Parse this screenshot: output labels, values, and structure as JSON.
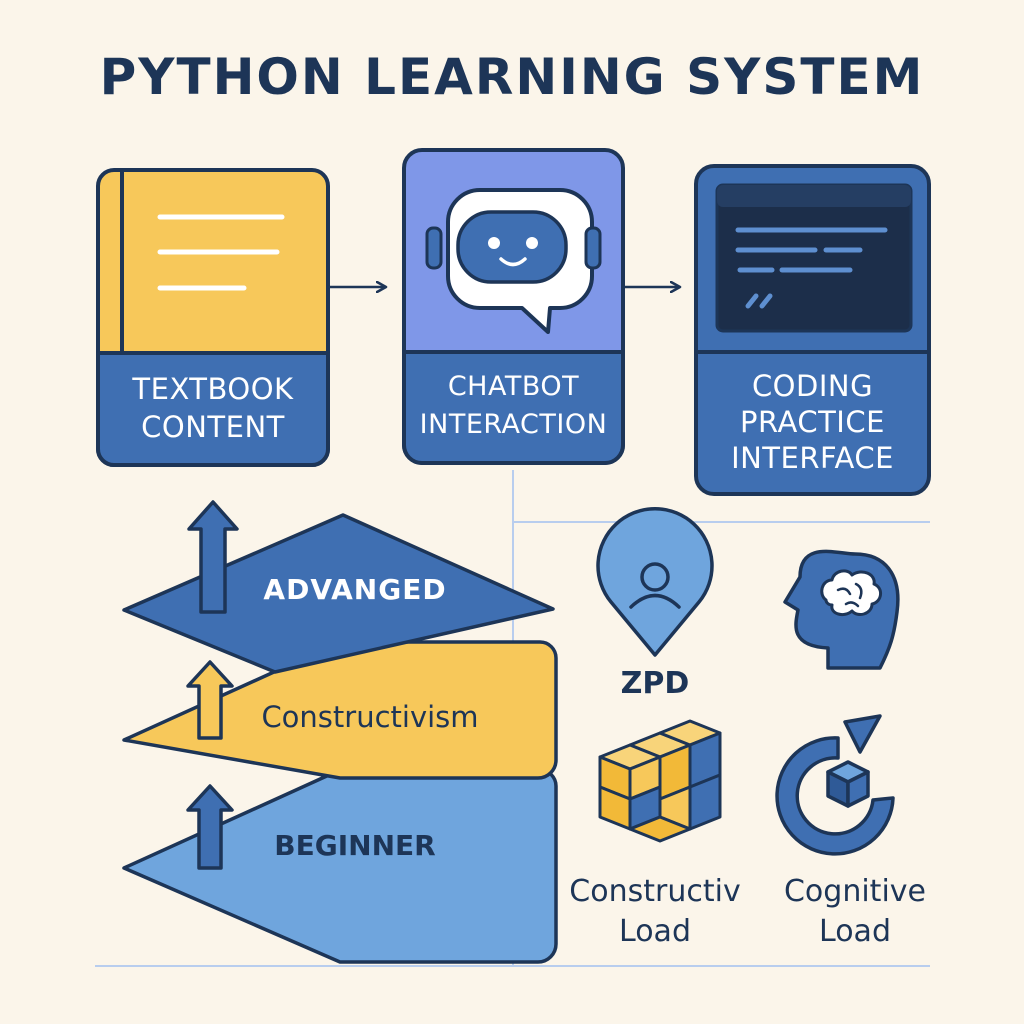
{
  "title": "PYTHON LEARNING SYSTEM",
  "colors": {
    "background": "#fbf5ea",
    "navy": "#1d3557",
    "blue": "#3f6fb2",
    "blue_dark": "#2f5a97",
    "light_blue": "#6fa5dd",
    "purple": "#7f97e8",
    "yellow": "#f7c85a",
    "white": "#ffffff"
  },
  "cards": {
    "textbook": {
      "label_line1": "TEXTBOOK",
      "label_line2": "CONTENT",
      "icon": "book-icon"
    },
    "chatbot": {
      "label_line1": "CHATBOT",
      "label_line2": "INTERACTION",
      "icon": "chatbot-icon"
    },
    "coding": {
      "label_line1": "CODING",
      "label_line2": "PRACTICE",
      "label_line3": "INTERFACE",
      "icon": "code-editor-icon"
    }
  },
  "tiers": {
    "advanced": "ADVANGED",
    "constructivism": "Constructivism",
    "beginner": "BEGINNER"
  },
  "concepts": {
    "zpd": {
      "label": "ZPD",
      "icon": "location-pin-person-icon"
    },
    "brain": {
      "icon": "head-brain-icon"
    },
    "constructive": {
      "label_line1": "Constructiv",
      "label_line2": "Load",
      "icon": "cube-stack-icon"
    },
    "cognitive": {
      "label_line1": "Cognitive",
      "label_line2": "Load",
      "icon": "cycle-cube-icon"
    }
  }
}
